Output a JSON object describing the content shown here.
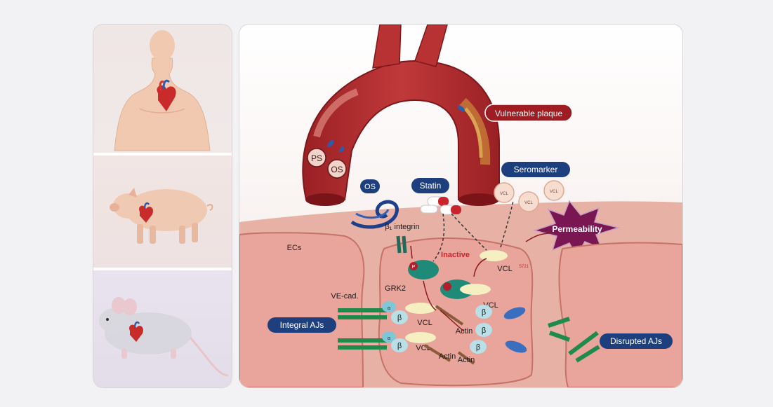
{
  "species": [
    {
      "name": "human"
    },
    {
      "name": "pig"
    },
    {
      "name": "mouse"
    }
  ],
  "labels": {
    "vulnerable_plaque": "Vulnerable plaque",
    "ps": "PS",
    "os_artery": "OS",
    "os": "OS",
    "statin": "Statin",
    "seromarker": "Seromarker",
    "permeability": "Permeability",
    "beta1_integrin": "β₁ integrin",
    "ecs": "ECs",
    "grk2": "GRK2",
    "inactive": "Inactive",
    "vcl_s": "VCL",
    "vcl_s_sup": "S721",
    "vcl1": "VCL",
    "vcl2": "VCL",
    "vcl3": "VCL",
    "ve_cad": "VE-cad.",
    "integral_ajs": "Integral AJs",
    "disrupted_ajs": "Disrupted AJs",
    "actin1": "Actin",
    "actin2": "Actin",
    "actin3": "Actin",
    "beta": "β",
    "alpha": "α",
    "p": "P",
    "vcl_marker": "VCL"
  },
  "colors": {
    "artery": "#b42a2c",
    "artery_dark": "#8a1c20",
    "cell": "#e9a49b",
    "cell_dark": "#d5847a",
    "label_bg": "#1e3f7d",
    "plaque_label_bg": "#9e1d22",
    "permeability": "#7a1753",
    "grk2": "#1f8a78",
    "vecad": "#1e8a4c"
  }
}
